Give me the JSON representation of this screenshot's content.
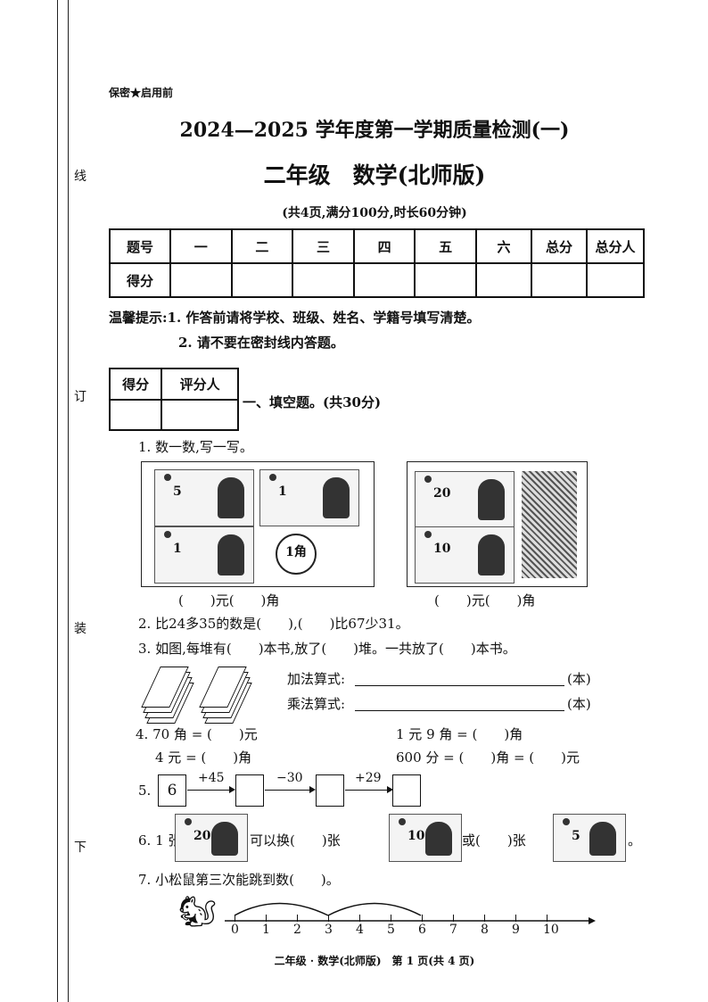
{
  "binding": {
    "marks": [
      "线",
      "订",
      "装",
      "下"
    ]
  },
  "header": {
    "secret": "保密★启用前",
    "title": "2024—2025 学年度第一学期质量检测(一)",
    "subtitle": "二年级　数学(北师版)",
    "info": "(共4页,满分100分,时长60分钟)"
  },
  "score_table": {
    "row1": [
      "题号",
      "一",
      "二",
      "三",
      "四",
      "五",
      "六",
      "总分",
      "总分人"
    ],
    "row2_label": "得分"
  },
  "tips": {
    "line1": "温馨提示:1. 作答前请将学校、班级、姓名、学籍号填写清楚。",
    "line2": "2. 请不要在密封线内答题。"
  },
  "section1": {
    "grader": [
      "得分",
      "评分人"
    ],
    "heading": "一、填空题。(共30分)"
  },
  "q1": {
    "text": "1. 数一数,写一写。",
    "left_bills": [
      "5",
      "1",
      "1"
    ],
    "coin": "1角",
    "right_bills": [
      "20",
      "10"
    ],
    "answer": "(　　)元(　　)角"
  },
  "q2": "2. 比24多35的数是(　　),(　　)比67少31。",
  "q3": {
    "text": "3. 如图,每堆有(　　)本书,放了(　　)堆。一共放了(　　)本书。",
    "add_label": "加法算式:",
    "mul_label": "乘法算式:",
    "unit": "(本)"
  },
  "q4": {
    "a": "4. 70 角 = (　　)元",
    "b": "1 元 9 角 = (　　)角",
    "c": "4 元 = (　　)角",
    "d": "600 分 = (　　)角 = (　　)元"
  },
  "q5": {
    "label": "5.",
    "start": "6",
    "ops": [
      "+45",
      "−30",
      "+29"
    ]
  },
  "q6": {
    "p1": "6. 1 张",
    "p2": "可以换(　　)张",
    "p3": "或(　　)张",
    "p4": "。",
    "bills": [
      "20",
      "10",
      "5"
    ]
  },
  "q7": {
    "text": "7. 小松鼠第三次能跳到数(　　)。",
    "ticks": [
      "0",
      "1",
      "2",
      "3",
      "4",
      "5",
      "6",
      "7",
      "8",
      "9",
      "10"
    ]
  },
  "footer": "二年级 · 数学(北师版)　第 1 页(共 4 页)"
}
